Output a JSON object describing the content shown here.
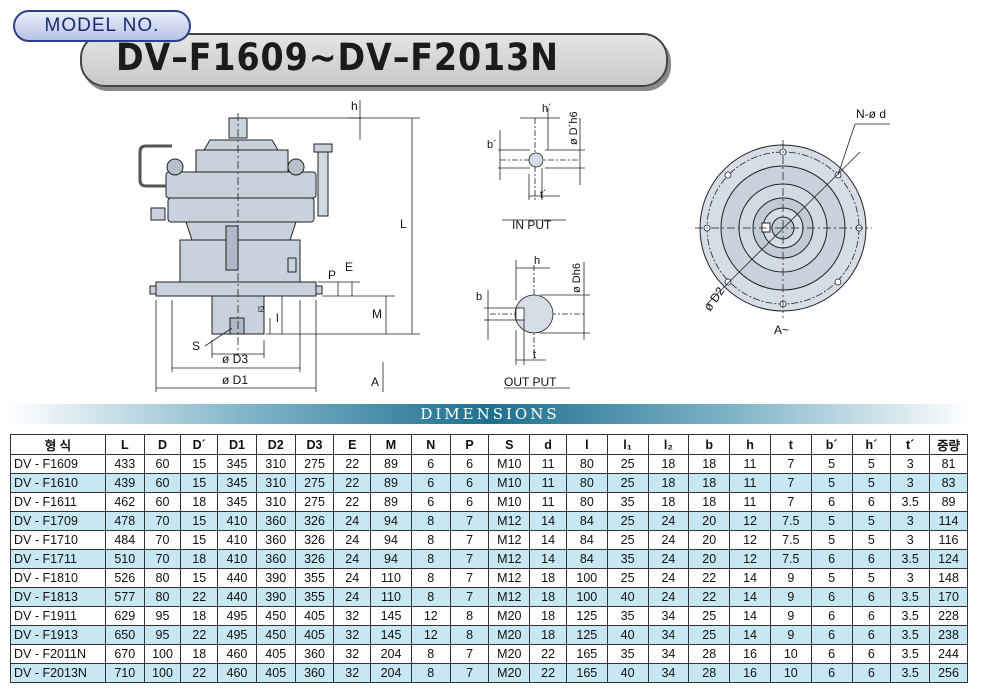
{
  "header": {
    "model_badge": "MODEL  NO.",
    "title": "DV–F1609∼DV–F2013N"
  },
  "drawing": {
    "side_labels": {
      "h": "h",
      "L": "L",
      "P": "P",
      "E": "E",
      "M": "M",
      "l2": "l2",
      "l": "l",
      "S": "S",
      "D3": "ø D3",
      "D1": "ø D1",
      "A": "A"
    },
    "input": {
      "h": "h´",
      "b": "b´",
      "D": "ø D´h6",
      "t": "t´",
      "caption": "IN  PUT"
    },
    "output": {
      "h": "h",
      "b": "b",
      "D": "ø Dh6",
      "t": "t",
      "caption": "OUT  PUT"
    },
    "front": {
      "Nd": "N-ø d",
      "D2": "ø D2",
      "A": "A~"
    }
  },
  "dimensions": {
    "banner": "DIMENSIONS",
    "headers": [
      "형 식",
      "L",
      "D",
      "D´",
      "D1",
      "D2",
      "D3",
      "E",
      "M",
      "N",
      "P",
      "S",
      "d",
      "l",
      "l₁",
      "l₂",
      "b",
      "h",
      "t",
      "b´",
      "h´",
      "t´",
      "중량"
    ],
    "rows": [
      [
        "DV - F1609",
        "433",
        "60",
        "15",
        "345",
        "310",
        "275",
        "22",
        "89",
        "6",
        "6",
        "M10",
        "11",
        "80",
        "25",
        "18",
        "18",
        "11",
        "7",
        "5",
        "5",
        "3",
        "81"
      ],
      [
        "DV - F1610",
        "439",
        "60",
        "15",
        "345",
        "310",
        "275",
        "22",
        "89",
        "6",
        "6",
        "M10",
        "11",
        "80",
        "25",
        "18",
        "18",
        "11",
        "7",
        "5",
        "5",
        "3",
        "83"
      ],
      [
        "DV - F1611",
        "462",
        "60",
        "18",
        "345",
        "310",
        "275",
        "22",
        "89",
        "6",
        "6",
        "M10",
        "11",
        "80",
        "35",
        "18",
        "18",
        "11",
        "7",
        "6",
        "6",
        "3.5",
        "89"
      ],
      [
        "DV - F1709",
        "478",
        "70",
        "15",
        "410",
        "360",
        "326",
        "24",
        "94",
        "8",
        "7",
        "M12",
        "14",
        "84",
        "25",
        "24",
        "20",
        "12",
        "7.5",
        "5",
        "5",
        "3",
        "114"
      ],
      [
        "DV - F1710",
        "484",
        "70",
        "15",
        "410",
        "360",
        "326",
        "24",
        "94",
        "8",
        "7",
        "M12",
        "14",
        "84",
        "25",
        "24",
        "20",
        "12",
        "7.5",
        "5",
        "5",
        "3",
        "116"
      ],
      [
        "DV - F1711",
        "510",
        "70",
        "18",
        "410",
        "360",
        "326",
        "24",
        "94",
        "8",
        "7",
        "M12",
        "14",
        "84",
        "35",
        "24",
        "20",
        "12",
        "7.5",
        "6",
        "6",
        "3.5",
        "124"
      ],
      [
        "DV - F1810",
        "526",
        "80",
        "15",
        "440",
        "390",
        "355",
        "24",
        "110",
        "8",
        "7",
        "M12",
        "18",
        "100",
        "25",
        "24",
        "22",
        "14",
        "9",
        "5",
        "5",
        "3",
        "148"
      ],
      [
        "DV - F1813",
        "577",
        "80",
        "22",
        "440",
        "390",
        "355",
        "24",
        "110",
        "8",
        "7",
        "M12",
        "18",
        "100",
        "40",
        "24",
        "22",
        "14",
        "9",
        "6",
        "6",
        "3.5",
        "170"
      ],
      [
        "DV - F1911",
        "629",
        "95",
        "18",
        "495",
        "450",
        "405",
        "32",
        "145",
        "12",
        "8",
        "M20",
        "18",
        "125",
        "35",
        "34",
        "25",
        "14",
        "9",
        "6",
        "6",
        "3.5",
        "228"
      ],
      [
        "DV - F1913",
        "650",
        "95",
        "22",
        "495",
        "450",
        "405",
        "32",
        "145",
        "12",
        "8",
        "M20",
        "18",
        "125",
        "40",
        "34",
        "25",
        "14",
        "9",
        "6",
        "6",
        "3.5",
        "238"
      ],
      [
        "DV - F2011N",
        "670",
        "100",
        "18",
        "460",
        "405",
        "360",
        "32",
        "204",
        "8",
        "7",
        "M20",
        "22",
        "165",
        "35",
        "34",
        "28",
        "16",
        "10",
        "6",
        "6",
        "3.5",
        "244"
      ],
      [
        "DV - F2013N",
        "710",
        "100",
        "22",
        "460",
        "405",
        "360",
        "32",
        "204",
        "8",
        "7",
        "M20",
        "22",
        "165",
        "40",
        "34",
        "28",
        "16",
        "10",
        "6",
        "6",
        "3.5",
        "256"
      ]
    ]
  }
}
